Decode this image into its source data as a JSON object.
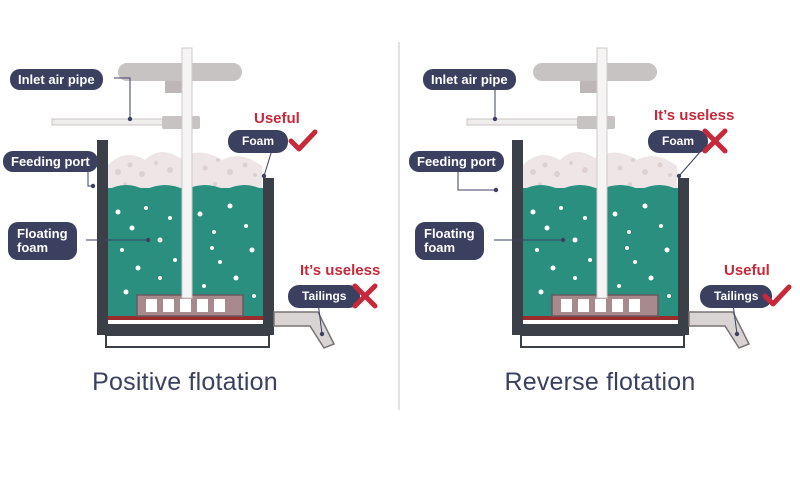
{
  "panels": [
    {
      "side": "left",
      "caption": "Positive flotation",
      "labels": {
        "inlet_air_pipe": "Inlet air pipe",
        "feeding_port": "Feeding port",
        "floating_foam_line1": "Floating",
        "floating_foam_line2": "foam",
        "foam": "Foam",
        "tailings": "Tailings"
      },
      "foam_status": "Useful",
      "tailings_status": "It’s useless",
      "foam_mark": "check",
      "tailings_mark": "cross"
    },
    {
      "side": "right",
      "caption": "Reverse flotation",
      "labels": {
        "inlet_air_pipe": "Inlet air pipe",
        "feeding_port": "Feeding port",
        "floating_foam_line1": "Floating",
        "floating_foam_line2": "foam",
        "foam": "Foam",
        "tailings": "Tailings"
      },
      "foam_status": "It’s useless",
      "tailings_status": "Useful",
      "foam_mark": "cross",
      "tailings_mark": "check"
    }
  ],
  "colors": {
    "label_bg": "#3b4060",
    "status_red": "#c8293a",
    "water": "#2a8f7f",
    "tank_wall": "#3b3f47",
    "pipe_gray": "#c8c3c3",
    "froth": "#e9e1e1",
    "impeller": "#a88a8e"
  }
}
